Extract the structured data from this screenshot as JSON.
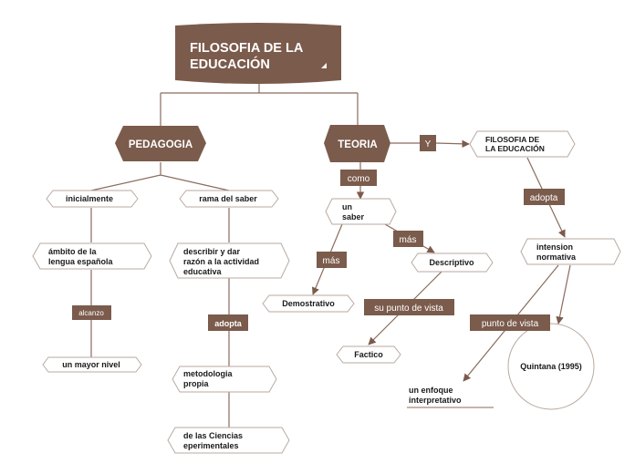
{
  "nodes": {
    "title_line1": "FILOSOFIA DE LA",
    "title_line2": "EDUCACIÓN",
    "pedagogia": "PEDAGOGIA",
    "teoria": "TEORIA",
    "filosofia_line1": "FILOSOFIA DE",
    "filosofia_line2": "LA EDUCACIÓN",
    "inicialmente": "inicialmente",
    "rama": "rama del saber",
    "ambito_line1": "ámbito de la",
    "ambito_line2": "lengua española",
    "mayor_nivel": "un mayor nivel",
    "describir_line1": "describir y dar",
    "describir_line2": "razón a la actividad",
    "describir_line3": "educativa",
    "metodologia_line1": "metodologia",
    "metodologia_line2": "propia",
    "ciencias_line1": "de las Ciencias",
    "ciencias_line2": "eperimentales",
    "saber_line1": "un",
    "saber_line2": "saber",
    "descriptivo": "Descriptivo",
    "demostrativo": "Demostrativo",
    "factico": "Factico",
    "intension_line1": "intension",
    "intension_line2": "normativa",
    "quintana": "Quintana (1995)",
    "enfoque_line1": "un enfoque",
    "enfoque_line2": "interpretativo"
  },
  "links": {
    "y": "Y",
    "como": "como",
    "adopta_right": "adopta",
    "mas_left": "más",
    "mas_right": "más",
    "alcanzo": "alcanzo",
    "adopta_left": "adopta",
    "punto_vista_1": "su punto de vista",
    "punto_vista_2": "punto de vista"
  },
  "colors": {
    "brand": "#7b5b4c",
    "line": "#8b6b5d",
    "border": "#b9aaa2",
    "text_dark": "#1a1a1a",
    "text_light": "#ffffff"
  }
}
